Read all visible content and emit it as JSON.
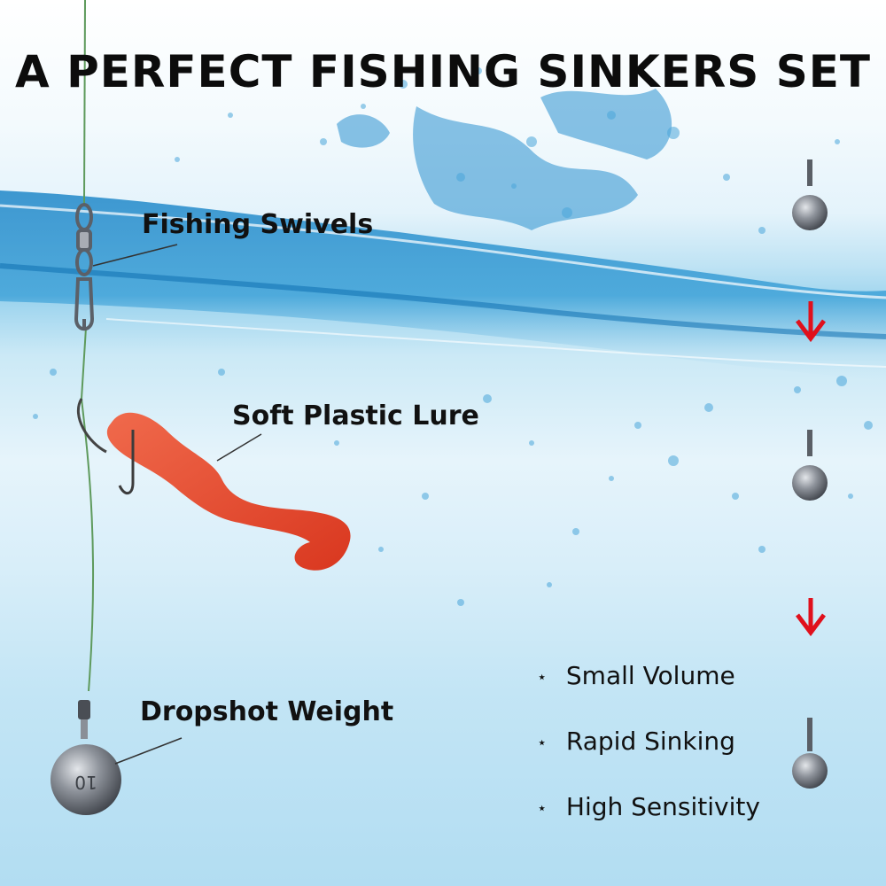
{
  "title": "A PERFECT FISHING SINKERS SET",
  "labels": {
    "swivels": "Fishing Swivels",
    "lure": "Soft Plastic Lure",
    "weight": "Dropshot Weight"
  },
  "features": [
    {
      "bullet": "⋆",
      "text": "Small Volume"
    },
    {
      "bullet": "⋆",
      "text": "Rapid Sinking"
    },
    {
      "bullet": "⋆",
      "text": "High Sensitivity"
    }
  ],
  "sinker_marking": "10",
  "colors": {
    "title": "#0c0c0c",
    "water": "#1f86c9",
    "arrow": "#e0101c",
    "lure": "#e8452e",
    "fishing_line": "#5e9a5c",
    "sinker": "#7b7f88"
  },
  "icons": {
    "arrow": "red-down-arrow",
    "bullet": "star"
  }
}
